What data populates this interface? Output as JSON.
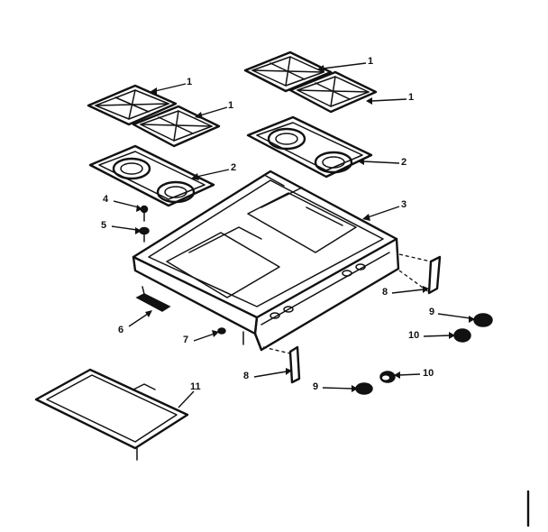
{
  "diagram": {
    "callouts": [
      {
        "id": "c1a",
        "text": "1"
      },
      {
        "id": "c1b",
        "text": "1"
      },
      {
        "id": "c1c",
        "text": "1"
      },
      {
        "id": "c1d",
        "text": "1"
      },
      {
        "id": "c2a",
        "text": "2"
      },
      {
        "id": "c2b",
        "text": "2"
      },
      {
        "id": "c3",
        "text": "3"
      },
      {
        "id": "c4",
        "text": "4"
      },
      {
        "id": "c5",
        "text": "5"
      },
      {
        "id": "c6",
        "text": "6"
      },
      {
        "id": "c7",
        "text": "7"
      },
      {
        "id": "c8a",
        "text": "8"
      },
      {
        "id": "c8b",
        "text": "8"
      },
      {
        "id": "c9a",
        "text": "9"
      },
      {
        "id": "c9b",
        "text": "9"
      },
      {
        "id": "c10a",
        "text": "10"
      },
      {
        "id": "c10b",
        "text": "10"
      },
      {
        "id": "c11",
        "text": "11"
      }
    ]
  }
}
